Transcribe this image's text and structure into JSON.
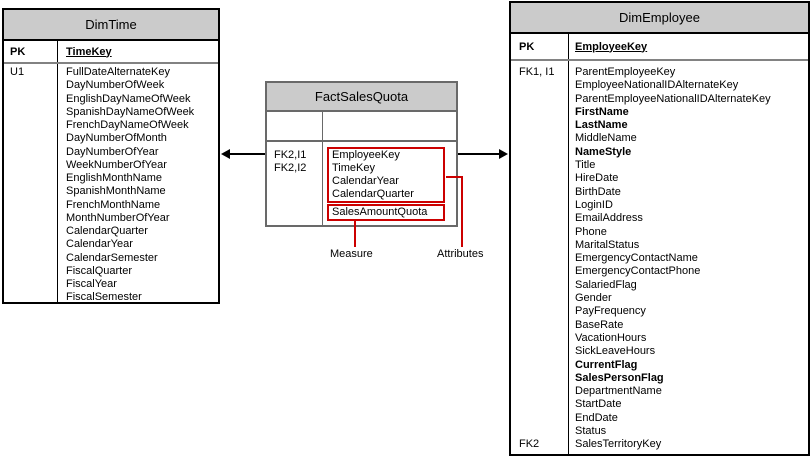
{
  "colors": {
    "header_fill": "#cbcbcb",
    "dim_table_border": "#000000",
    "fact_table_border": "#696969",
    "row_separator": "#828282",
    "highlight": "#cc0000"
  },
  "dim_time": {
    "title": "DimTime",
    "pk_label": "PK",
    "pk_field": "TimeKey",
    "rows": [
      {
        "key": "U1",
        "name": "FullDateAlternateKey"
      },
      {
        "key": "",
        "name": "DayNumberOfWeek"
      },
      {
        "key": "",
        "name": "EnglishDayNameOfWeek"
      },
      {
        "key": "",
        "name": "SpanishDayNameOfWeek"
      },
      {
        "key": "",
        "name": "FrenchDayNameOfWeek"
      },
      {
        "key": "",
        "name": "DayNumberOfMonth"
      },
      {
        "key": "",
        "name": "DayNumberOfYear"
      },
      {
        "key": "",
        "name": "WeekNumberOfYear"
      },
      {
        "key": "",
        "name": "EnglishMonthName"
      },
      {
        "key": "",
        "name": "SpanishMonthName"
      },
      {
        "key": "",
        "name": "FrenchMonthName"
      },
      {
        "key": "",
        "name": "MonthNumberOfYear"
      },
      {
        "key": "",
        "name": "CalendarQuarter"
      },
      {
        "key": "",
        "name": "CalendarYear"
      },
      {
        "key": "",
        "name": "CalendarSemester"
      },
      {
        "key": "",
        "name": "FiscalQuarter"
      },
      {
        "key": "",
        "name": "FiscalYear"
      },
      {
        "key": "",
        "name": "FiscalSemester"
      }
    ]
  },
  "fact_sales_quota": {
    "title": "FactSalesQuota",
    "keys": [
      "FK2,I1",
      "FK2,I2"
    ],
    "attributes": [
      "EmployeeKey",
      "TimeKey",
      "CalendarYear",
      "CalendarQuarter"
    ],
    "measure": "SalesAmountQuota",
    "callouts": {
      "measure_label": "Measure",
      "attributes_label": "Attributes"
    }
  },
  "dim_employee": {
    "title": "DimEmployee",
    "pk_label": "PK",
    "pk_field": "EmployeeKey",
    "rows": [
      {
        "key": "FK1, I1",
        "name": "ParentEmployeeKey"
      },
      {
        "key": "",
        "name": "EmployeeNationalIDAlternateKey"
      },
      {
        "key": "",
        "name": "ParentEmployeeNationalIDAlternateKey"
      },
      {
        "key": "",
        "name": "FirstName",
        "bold": true
      },
      {
        "key": "",
        "name": "LastName",
        "bold": true
      },
      {
        "key": "",
        "name": "MiddleName"
      },
      {
        "key": "",
        "name": "NameStyle",
        "bold": true
      },
      {
        "key": "",
        "name": "Title"
      },
      {
        "key": "",
        "name": "HireDate"
      },
      {
        "key": "",
        "name": "BirthDate"
      },
      {
        "key": "",
        "name": "LoginID"
      },
      {
        "key": "",
        "name": "EmailAddress"
      },
      {
        "key": "",
        "name": "Phone"
      },
      {
        "key": "",
        "name": "MaritalStatus"
      },
      {
        "key": "",
        "name": "EmergencyContactName"
      },
      {
        "key": "",
        "name": "EmergencyContactPhone"
      },
      {
        "key": "",
        "name": "SalariedFlag"
      },
      {
        "key": "",
        "name": "Gender"
      },
      {
        "key": "",
        "name": "PayFrequency"
      },
      {
        "key": "",
        "name": "BaseRate"
      },
      {
        "key": "",
        "name": "VacationHours"
      },
      {
        "key": "",
        "name": "SickLeaveHours"
      },
      {
        "key": "",
        "name": "CurrentFlag",
        "bold": true
      },
      {
        "key": "",
        "name": "SalesPersonFlag",
        "bold": true
      },
      {
        "key": "",
        "name": "DepartmentName"
      },
      {
        "key": "",
        "name": "StartDate"
      },
      {
        "key": "",
        "name": "EndDate"
      },
      {
        "key": "",
        "name": "Status"
      },
      {
        "key": "FK2",
        "name": "SalesTerritoryKey"
      }
    ]
  }
}
